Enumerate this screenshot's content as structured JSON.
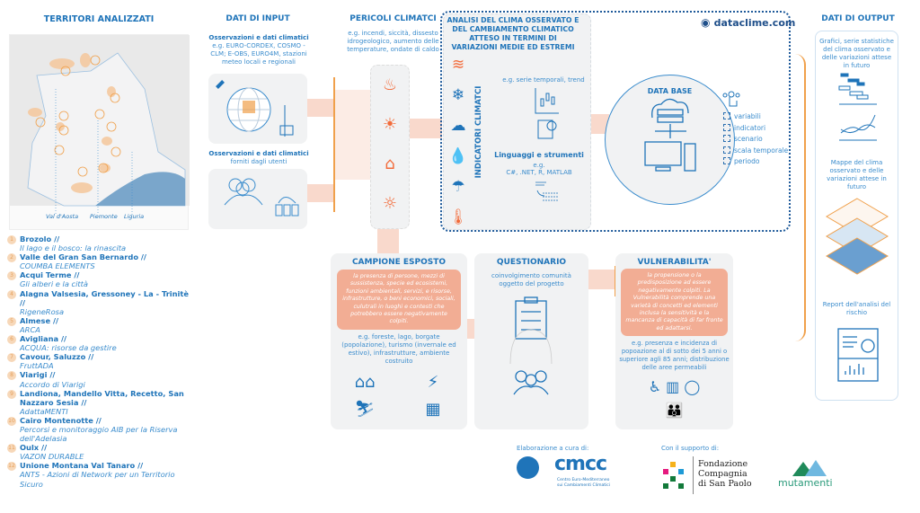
{
  "territori": {
    "title": "TERRITORI ANALIZZATI",
    "map_labels": [
      "Val d'Aosta",
      "Piemonte",
      "Liguria"
    ],
    "items": [
      {
        "n": "1",
        "name": "Brozolo //",
        "project": "Il lago e il bosco: la rinascita"
      },
      {
        "n": "2",
        "name": "Valle del Gran San Bernardo //",
        "project": "COUMBA ELEMENTS"
      },
      {
        "n": "3",
        "name": "Acqui Terme //",
        "project": "Gli alberi e la città"
      },
      {
        "n": "4",
        "name": "Alagna Valsesia, Gressoney - La - Trinitè //",
        "project": "RigeneRosa"
      },
      {
        "n": "5",
        "name": "Almese //",
        "project": "ARCA"
      },
      {
        "n": "6",
        "name": "Avigliana //",
        "project": "ACQUA: risorse da gestire"
      },
      {
        "n": "7",
        "name": "Cavour, Saluzzo //",
        "project": "FruttADA"
      },
      {
        "n": "8",
        "name": "Viarigi //",
        "project": "Accordo di Viarigi"
      },
      {
        "n": "9",
        "name": "Landiona, Mandello Vitta, Recetto, San Nazzaro Sesia //",
        "project": "AdattaMENTI"
      },
      {
        "n": "10",
        "name": "Cairo Montenotte //",
        "project": "Percorsi e monitoraggio AIB per la Riserva dell'Adelasia"
      },
      {
        "n": "11",
        "name": "Oulx //",
        "project": "VAZON DURABLE"
      },
      {
        "n": "12",
        "name": "Unione Montana Val Tanaro //",
        "project": "ANTS - Azioni di Network per un Territorio Sicuro"
      }
    ]
  },
  "input": {
    "title": "DATI DI INPUT",
    "obs_title": "Osservazioni e dati climatici",
    "obs_text": "e.g. EURO-CORDEX, COSMO - CLM; E-OBS, EURO4M, stazioni meteo locali e regionali",
    "user_title": "Osservazioni e dati climatici",
    "user_text": "forniti dagli utenti"
  },
  "pericoli": {
    "title": "PERICOLI CLIMATCI",
    "text": "e.g. incendi, siccità, dissesto idrogeologico, aumento delle temperature, ondate di caldo"
  },
  "analisi": {
    "title": "ANALISI DEL CLIMA OSSERVATO E DEL CAMBIAMENTO CLIMATICO ATTESO IN TERMINI DI VARIAZIONI  MEDIE ED ESTREMI",
    "indicatori": "INDICATORI CLIMATCI",
    "series": "e.g. serie temporali, trend",
    "lang_title": "Linguaggi e strumenti",
    "lang_eg": "e.g.",
    "lang_text": "C#, .NET, R, MATLAB",
    "brand": "dataclime.com",
    "db_title": "DATA BASE",
    "options": [
      "variabili",
      "indicatori",
      "scenario",
      "scala temporale",
      "periodo"
    ]
  },
  "output": {
    "title": "DATI DI OUTPUT",
    "graphs": "Grafici, serie statistiche del clima osservato e delle variazioni attese in futuro",
    "maps": "Mappe del clima osservato e delle variazioni attese in futuro",
    "report": "Report dell'analisi del rischio"
  },
  "campione": {
    "title": "CAMPIONE ESPOSTO",
    "definition": "la presenza di persone, mezzi di sussistenza, specie ed ecosistemi, funzioni ambientali, servizi, e risorse, infrastrutture, o beni economici, sociali, culutrali in luoghi e contesti che potrebbero essere negativamente colpiti.",
    "examples": "e.g. foreste, lago, borgate (popolazione), turismo (invernale ed estivo), infrastrutture, ambiente costruito"
  },
  "questionario": {
    "title": "QUESTIONARIO",
    "text": "coinvolgimento comunità oggetto del progetto"
  },
  "vulnerabilita": {
    "title": "VULNERABILITA'",
    "definition": "la propensione o la predisposizione ad essere negativamente colpiti. La Vulnerabilità comprende una varietà di concetti ed elementi inclusa la sensitività e la mancanza di capacità di far fronte ed adattarsi.",
    "examples": "e.g. presenza e incidenza di popoazione al di sotto dei 5 anni o superiore agli 85 anni; distribuzione delle aree permeabili"
  },
  "credits": {
    "by": "Elaborazione a cura di:",
    "support": "Con il supporto di:",
    "cmcc": "cmcc",
    "cmcc_sub1": "Centro Euro-Mediterraneo",
    "cmcc_sub2": "sui Cambiamenti Climatici",
    "fondazione": [
      "Fondazione",
      "Compagnia",
      "di San Paolo"
    ],
    "mutamenti": "mutamenti"
  },
  "colors": {
    "blue": "#1f74b9",
    "orange": "#f0a04b",
    "salmon": "#f2ad94",
    "panel": "#f1f2f3"
  }
}
